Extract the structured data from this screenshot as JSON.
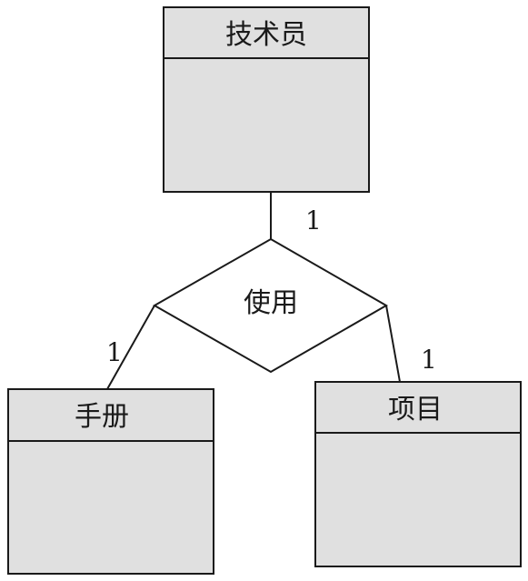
{
  "colors": {
    "entity_fill": "#e0e0e0",
    "stroke": "#1a1a1a",
    "background": "#ffffff",
    "relationship_fill": "#ffffff"
  },
  "entities": {
    "technician": {
      "name": "技术员"
    },
    "manual": {
      "name": "手册"
    },
    "project": {
      "name": "项目"
    }
  },
  "relationship": {
    "name": "使用"
  },
  "cardinalities": {
    "technician": "1",
    "manual": "1",
    "project": "1"
  }
}
